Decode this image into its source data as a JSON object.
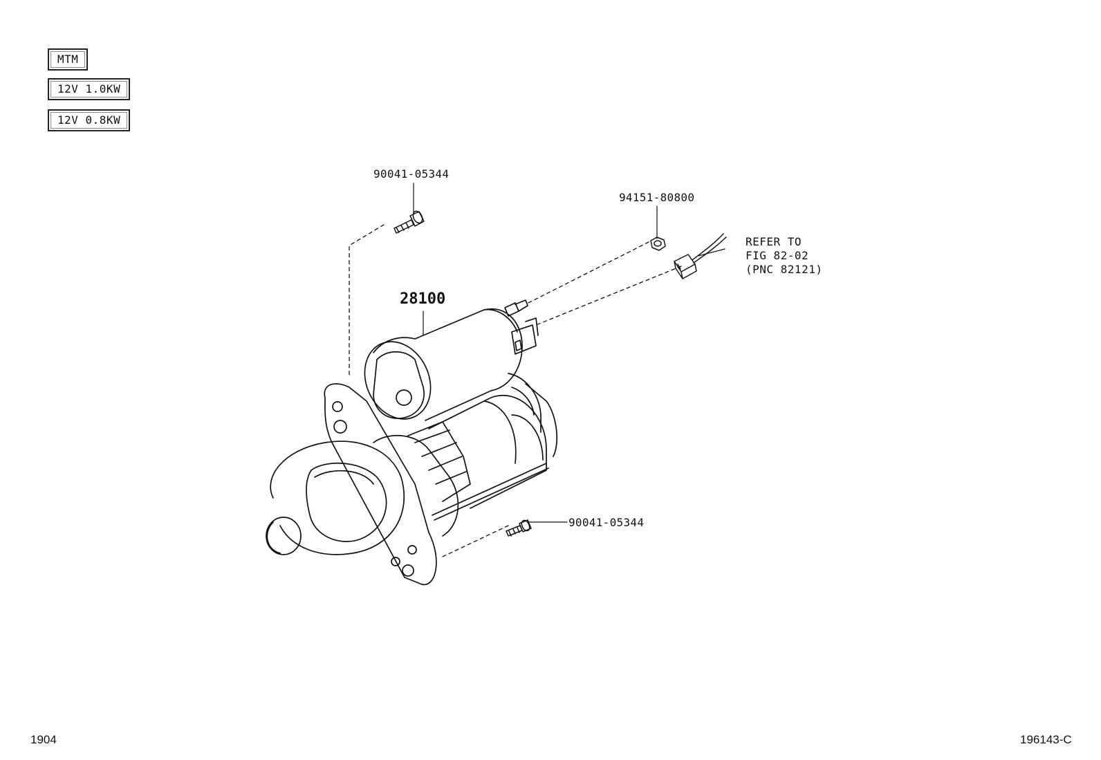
{
  "variant_tags": [
    "MTM",
    "12V 1.0KW",
    "12V 0.8KW"
  ],
  "part_labels": {
    "bolt_top": "90041-05344",
    "nut": "94151-80800",
    "starter_assembly": "28100",
    "bolt_bottom": "90041-05344"
  },
  "reference_note": [
    "REFER TO",
    "FIG 82-02",
    "(PNC 82121)"
  ],
  "footer": {
    "left_code": "1904",
    "right_code": "196143-C"
  }
}
